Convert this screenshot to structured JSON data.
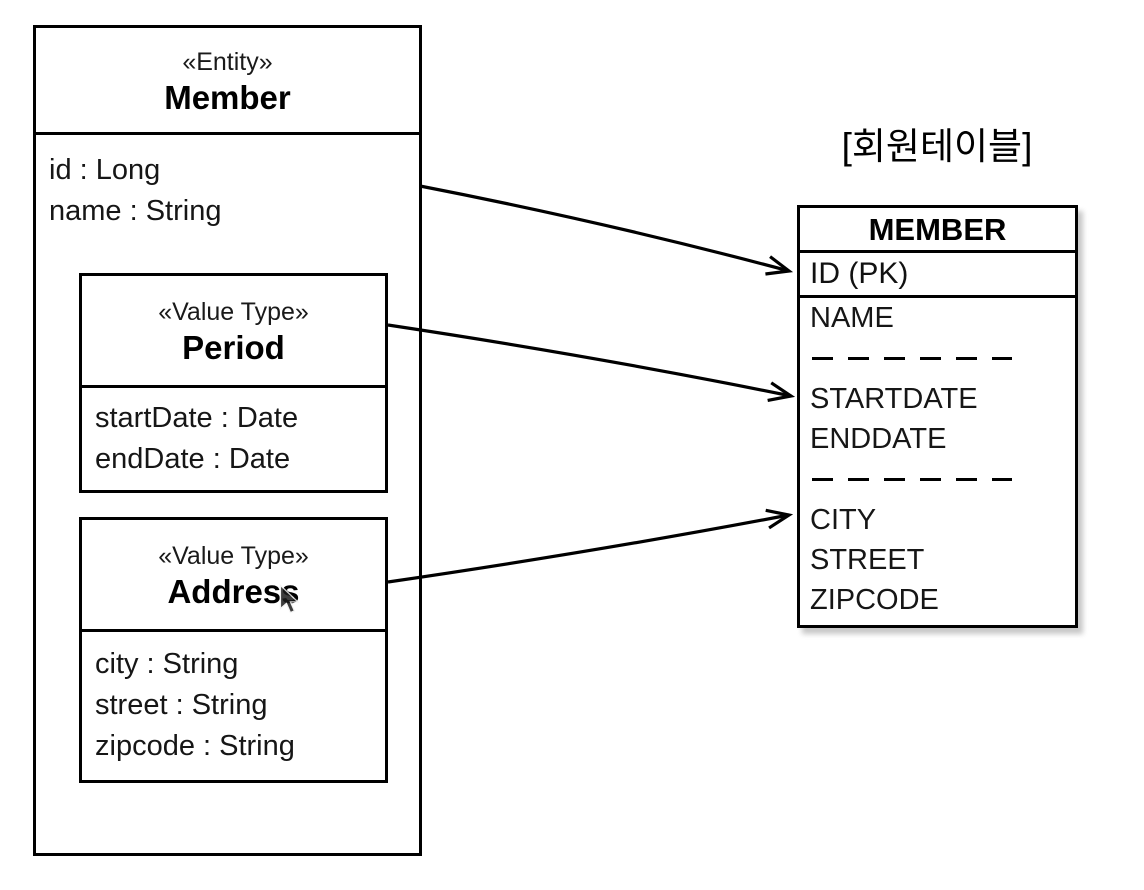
{
  "diagram": {
    "entity": {
      "stereotype": "«Entity»",
      "name": "Member",
      "attributes": [
        "id : Long",
        "name : String"
      ]
    },
    "value_types": {
      "period": {
        "stereotype": "«Value Type»",
        "name": "Period",
        "attributes": [
          "startDate : Date",
          "endDate : Date"
        ]
      },
      "address": {
        "stereotype": "«Value Type»",
        "name": "Address",
        "attributes": [
          "city : String",
          "street : String",
          "zipcode : String"
        ]
      }
    },
    "table": {
      "caption": "[회원테이블]",
      "header": "MEMBER",
      "pk_field": "ID (PK)",
      "field_groups": [
        [
          "NAME"
        ],
        [
          "STARTDATE",
          "ENDDATE"
        ],
        [
          "CITY",
          "STREET",
          "ZIPCODE"
        ]
      ]
    },
    "colors": {
      "line": "#000000",
      "background": "#ffffff",
      "shadow": "rgba(0,0,0,0.22)"
    }
  }
}
